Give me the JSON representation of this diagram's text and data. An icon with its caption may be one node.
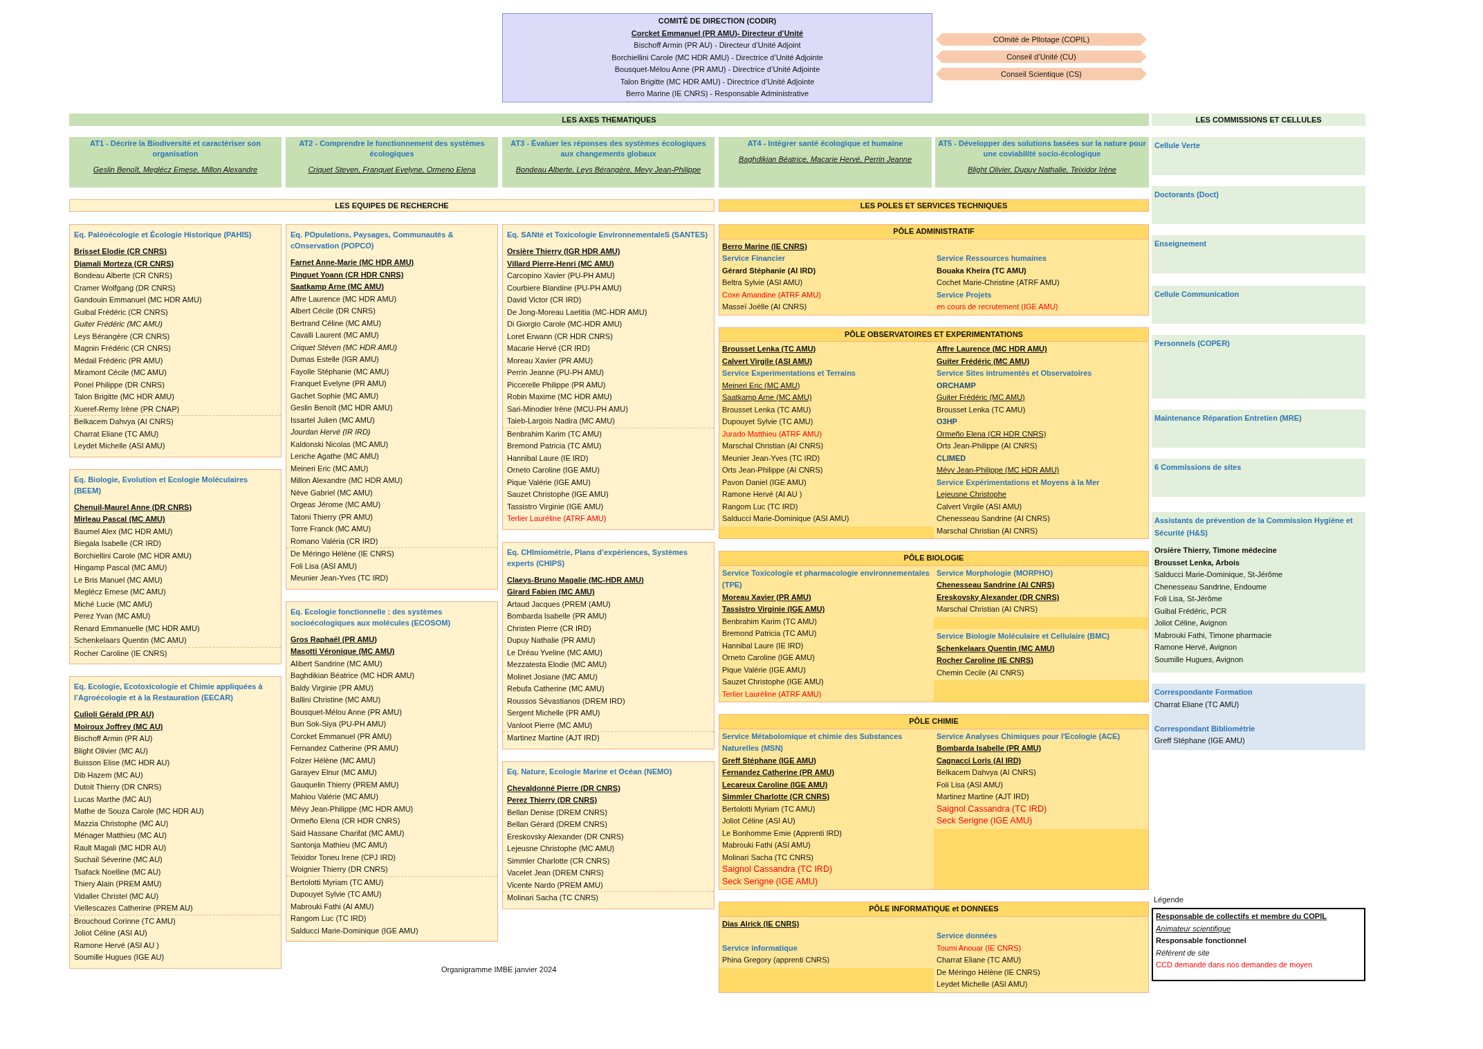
{
  "diagram": {
    "nodes": [
      {
        "text": [
          "COMITÉ DE DIRECTION (CODIR)",
          "Corcket Emmanuel (PR AMU)- Directeur d’Unité",
          "Bischoff Armin (PR AU) - Directeur d’Unité Adjoint",
          "Borchiellini Carole (MC HDR AMU) - Directrice d’Unité Adjointe",
          "Bousquet-Mélou Anne (PR AMU) - Directrice d’Unité Adjointe",
          "Talon Brigitte (MC HDR AMU) - Directrice d’Unité Adjointe",
          "Berro Marine (IE CNRS) - Responsable Administrative"
        ]
      },
      {
        "text": [
          "COmité de PIlotage (COPIL)"
        ]
      },
      {
        "text": [
          "Conseil d’Unité (CU)"
        ]
      },
      {
        "text": [
          "Conseil Scientique (CS)"
        ]
      },
      {
        "text": [
          "LES AXES THEMATIQUES"
        ]
      },
      {
        "text": [
          "AT1 - Décrire la Biodiversité et caractériser son organisation",
          "Geslin Benoît, Meglécz Emese, Millon Alexandre"
        ]
      },
      {
        "text": [
          "AT2 - Comprendre le fonctionnement des systèmes écologiques",
          "Criquet Steven, Franquet Evelyne, Ormeno Elena"
        ]
      },
      {
        "text": [
          "AT3 - Évaluer les réponses des systèmes écologiques aux changements globaux",
          "Bondeau Alberte, Leys Bérangère, Mevy Jean-Philippe"
        ]
      },
      {
        "text": [
          "AT4 - Intégrer santé écologique et humaine",
          "Baghdikian Béatrice, Macarie Hervé, Perrin Jeanne"
        ]
      },
      {
        "text": [
          "AT5 - Développer des solutions basées sur la nature pour une coviabilité socio-écologique",
          "Blight Olivier, Dupuy Nathalie, Teixidor Irène"
        ]
      },
      {
        "text": [
          "LES COMMISSIONS ET CELLULES"
        ]
      },
      {
        "text": [
          "Cellule Verte"
        ]
      },
      {
        "text": [
          "Doctorants (Doct)"
        ]
      },
      {
        "text": [
          "Enseignement"
        ]
      },
      {
        "text": [
          "Cellule Communication"
        ]
      },
      {
        "text": [
          "Personnels (COPER)"
        ]
      },
      {
        "text": [
          "Maintenance Réparation Entretien (MRE)"
        ]
      },
      {
        "text": [
          "6 Commissions de sites"
        ]
      },
      {
        "text": [
          "Assistants de prévention de la Commission Hygiène et Sécurité (H&S)",
          "Orsière Thierry, Timone médecine",
          "Brousset Lenka, Arbois",
          "Salducci Marie-Dominique, St-Jérôme",
          "Chenesseau Sandrine, Endoume",
          "Foli Lisa, St-Jérôme",
          "Guibal Frédéric, PCR",
          "Joliot Céline, Avignon",
          "Mabrouki Fathi, Timone pharmacie",
          "Ramone Hervé, Avignon",
          "Soumille Hugues, Avignon"
        ]
      },
      {
        "text": [
          "Correspondante Formation",
          "Charrat Eliane (TC AMU)",
          "Correspondant Bibliométrie",
          "Greff Stéphane (IGE AMU)"
        ]
      },
      {
        "text": [
          "LES EQUIPES DE RECHERCHE"
        ]
      },
      {
        "text": [
          "LES POLES ET SERVICES TECHNIQUES"
        ]
      },
      {
        "text": [
          "Eq. Paléoécologie et Écologie Historique (PAHIS)",
          "Brisset Elodie (CR CNRS)",
          "Djamali Morteza (CR CNRS)",
          "Bondeau Alberte (CR CNRS)",
          "Cramer Wolfgang (DR CNRS)",
          "Gandouin Emmanuel (MC HDR AMU)",
          "Guibal Frédéric (CR CNRS)",
          "Guiter Frédéric (MC AMU)",
          "Leys Bérangère (CR CNRS)",
          "Magnin Frédéric (CR CNRS)",
          "Médail Frédéric (PR AMU)",
          "Miramont Cécile (MC AMU)",
          "Ponel Philippe (DR CNRS)",
          "Talon Brigitte (MC HDR AMU)",
          "Xueref-Remy Irène (PR CNAP)",
          "Belkacem Dahvya (AI CNRS)",
          "Charrat Eliane (TC AMU)",
          "Leydet Michelle (ASI AMU)"
        ]
      },
      {
        "text": [
          "Eq. Biologie, Evolution et Ecologie Moléculaires (BEEM)",
          "Chenuil-Maurel Anne (DR CNRS)",
          "Mirleau Pascal (MC AMU)",
          "Baumel Alex (MC HDR AMU)",
          "Biegala Isabelle (CR IRD)",
          "Borchiellini Carole (MC HDR AMU)",
          "Hingamp Pascal (MC AMU)",
          "Le Bris Manuel (MC AMU)",
          "Meglécz Emese (MC AMU)",
          "Miché Lucie (MC AMU)",
          "Perez Yvan (MC AMU)",
          "Renard Emmanuelle (MC HDR AMU)",
          "Schenkelaars Quentin (MC AMU)",
          "Rocher Caroline (IE CNRS)"
        ]
      },
      {
        "text": [
          "Eq. Ecologie, Ecotoxicologie et Chimie appliquées à l’Agroécologie et à la Restauration (EECAR)",
          "Culioli Gérald (PR AU)",
          "Moiroux Joffrey (MC AU)",
          "Bischoff Armin (PR AU)",
          "Blight Olivier (MC AU)",
          "Buisson Elise (MC HDR AU)",
          "Dib Hazem (MC AU)",
          "Dutoit Thierry (DR CNRS)",
          "Lucas Marthe (MC AU)",
          "Mathe de Souza Carole (MC HDR AU)",
          "Mazzia Christophe (MC AU)",
          "Ménager Matthieu (MC AU)",
          "Rault Magali (MC HDR AU)",
          "Suchail Séverine (MC AU)",
          "Tsafack Noelline (MC AU)",
          "Thiery Alain (PREM AMU)",
          "Vidaller Christel (MC AU)",
          "Viellescazes Catherine (PREM AU)",
          "Brouchoud Corinne (TC AMU)",
          "Joliot Céline (ASI AU)",
          "Ramone Hervé (ASI AU )",
          "Soumille Hugues (IGE AU)"
        ]
      },
      {
        "text": [
          "Eq. POpulations, Paysages, Communautés & cOnservation (POPCO)",
          "Farnet Anne-Marie (MC HDR AMU)",
          "Pinguet Yoann (CR HDR CNRS)",
          "Saatkamp Arne (MC AMU)",
          "Affre Laurence (MC HDR AMU)",
          "Albert Cécile (DR CNRS)",
          "Bertrand Céline (MC AMU)",
          "Cavalli Laurent (MC AMU)",
          "Criquet Stéven (MC HDR AMU)",
          "Dumas Estelle (IGR AMU)",
          "Fayolle Stéphanie (MC AMU)",
          "Franquet Evelyne (PR AMU)",
          "Gachet Sophie (MC AMU)",
          "Geslin Benoît (MC HDR AMU)",
          "Issartel Julien (MC AMU)",
          "Jourdan Hervé (IR IRD)",
          "Kaldonski Nicolas (MC AMU)",
          "Leriche Agathe (MC AMU)",
          "Meineri Eric (MC AMU)",
          "Millon Alexandre (MC HDR AMU)",
          "Nève Gabriel (MC AMU)",
          "Orgeas Jérome (MC AMU)",
          "Tatoni Thierry (PR AMU)",
          "Torre Franck (MC AMU)",
          "Romano Valéria (CR IRD)",
          "De Méringo Hélène (IE CNRS)",
          "Foli Lisa (ASI AMU)",
          "Meunier Jean-Yves (TC IRD)"
        ]
      },
      {
        "text": [
          "Eq. Ecologie fonctionnelle : des systèmes socioécologiques aux molécules (ECOSOM)",
          "Gros Raphaël (PR AMU)",
          "Masotti Véronique (MC AMU)",
          "Alibert Sandrine (MC AMU)",
          "Baghdikian Béatrice (MC HDR AMU)",
          "Baldy Virginie (PR AMU)",
          "Ballini Christine (MC AMU)",
          "Bousquet-Mélou Anne (PR AMU)",
          "Bun Sok-Siya (PU-PH AMU)",
          "Corcket Emmanuel (PR AMU)",
          "Fernandez Catherine (PR AMU)",
          "Folzer Hélène (MC AMU)",
          "Garayev Elnur (MC AMU)",
          "Gauquelin Thierry (PREM AMU)",
          "Mahiou Valérie (MC AMU)",
          "Mévy Jean-Philippe (MC HDR AMU)",
          "Ormeño Elena (CR HDR CNRS)",
          "Said Hassane Charifat (MC AMU)",
          "Santonja Mathieu (MC AMU)",
          "Teixidor Toneu Irene (CPJ IRD)",
          "Woignier Thierry (DR CNRS)",
          "Bertolotti Myriam (TC AMU)",
          "Dupouyet Sylvie (TC AMU)",
          "Mabrouki Fathi (AI AMU)",
          "Rangom Luc (TC IRD)",
          "Salducci Marie-Dominique (IGE AMU)"
        ]
      },
      {
        "text": [
          "Eq. SANté et Toxicologie EnvironnementaleS (SANTES)",
          "Orsière Thierry (IGR HDR AMU)",
          "Villard Pierre-Henri (MC AMU)",
          "Carcopino Xavier (PU-PH AMU)",
          "Courbiere Blandine (PU-PH AMU)",
          "David Victor (CR IRD)",
          "De Jong-Moreau Laetitia (MC-HDR AMU)",
          "Di Giorgio Carole (MC-HDR AMU)",
          "Loret Erwann (CR HDR CNRS)",
          "Macarie Hervé (CR IRD)",
          "Moreau Xavier (PR AMU)",
          "Perrin Jeanne (PU-PH AMU)",
          "Piccerelle Philippe (PR AMU)",
          "Robin Maxime (MC HDR AMU)",
          "Sari-Minodier Irène (MCU-PH AMU)",
          "Taieb-Largois Nadira (MC AMU)",
          "Benbrahim Karim (TC AMU)",
          "Bremond Patricia (TC AMU)",
          "Hannibal Laure (IE IRD)",
          "Orneto Caroline (IGE AMU)",
          "Pique Valérie (IGE AMU)",
          "Sauzet Christophe (IGE AMU)",
          "Tassistro Virginie (IGE AMU)",
          "Terlier Lauréline (ATRF AMU)"
        ]
      },
      {
        "text": [
          "Eq. CHImiométrie, Plans d’expériences, Systèmes experts (CHIPS)",
          "Claeys-Bruno Magalie (MC-HDR AMU)",
          "Girard Fabien (MC AMU)",
          "Artaud Jacques (PREM (AMU)",
          "Bombarda Isabelle (PR AMU)",
          "Christen Pierre (CR IRD)",
          "Dupuy Nathalie (PR AMU)",
          "Le Dréau Yveline (MC AMU)",
          "Mezzatesta Elodie (MC AMU)",
          "Molinet Josiane (MC AMU)",
          "Rebufa Catherine (MC AMU)",
          "Roussos Sévastianos (DREM IRD)",
          "Sergent Michelle (PR AMU)",
          "Vanloot Pierre (MC AMU)",
          "Martinez Martine (AJT IRD)"
        ]
      },
      {
        "text": [
          "Eq. Nature, Ecologie Marine et Océan (NEMO)",
          "Chevaldonné Pierre (DR CNRS)",
          "Perez Thierry (DR CNRS)",
          "Bellan Denise (DREM CNRS)",
          "Bellan Gérard (DREM CNRS)",
          "Ereskovsky Alexander (DR CNRS)",
          "Lejeusne Christophe (MC AMU)",
          "Simmler Charlotte (CR CNRS)",
          "Vacelet Jean (DREM CNRS)",
          "Vicente Nardo (PREM AMU)",
          "Molinari Sacha (TC CNRS)"
        ]
      },
      {
        "text": [
          "PÔLE ADMINISTRATIF",
          "Berro Marine (IE CNRS)",
          "Service Financier",
          "Gérard Stéphanie (AI IRD)",
          "Beltra Sylvie (ASI AMU)",
          "Coxe Amandine (ATRF AMU)",
          "Masseï Joëlle (AI CNRS)",
          "Service Ressources humaines",
          "Bouaka Kheira (TC AMU)",
          "Cochet Marie-Christine (ATRF AMU)",
          "Service Projets",
          "en cours de recrutement (IGE AMU)"
        ]
      },
      {
        "text": [
          "PÔLE OBSERVATOIRES ET EXPERIMENTATIONS",
          "Brousset Lenka (TC AMU)",
          "Calvert Virgile (ASI AMU)",
          "Service Experimentations et Terrains",
          "Meineri Eric (MC AMU)",
          "Saatkamp Arne (MC AMU)",
          "Brousset Lenka (TC AMU)",
          "Dupouyet Sylvie (TC AMU)",
          "Jurado Matthieu (ATRF AMU)",
          "Marschal Christian (AI CNRS)",
          "Meunier Jean-Yves (TC IRD)",
          "Orts Jean-Philippe (AI CNRS)",
          "Pavon Daniel (IGE AMU)",
          "Ramone Hervé (AI AU )",
          "Rangom Luc (TC IRD)",
          "Salducci Marie-Dominique (ASI AMU)",
          "Affre Laurence (MC HDR AMU)",
          "Guiter Frédéric (MC AMU)",
          "Service Sites intrumentés et Observatoires",
          "ORCHAMP",
          "Guiter Frédéric (MC AMU)",
          "Brousset Lenka (TC AMU)",
          "O3HP",
          "Ormeño Elena (CR HDR CNRS)",
          "Orts Jean-Philippe (AI CNRS)",
          "CLIMED",
          "Mévy Jean-Philippe (MC HDR AMU)",
          "Service Expérimentations et Moyens à la Mer",
          "Lejeusne Christophe",
          "Calvert Virgile (ASI AMU)",
          "Chenesseau Sandrine (AI CNRS)",
          "Marschal Christian (AI CNRS)"
        ]
      },
      {
        "text": [
          "PÔLE BIOLOGIE",
          "Service Toxicologie et pharmacologie environnementales (TPE)",
          "Moreau Xavier (PR AMU)",
          "Tassistro Virginie (IGE AMU)",
          "Benbrahim Karim (TC AMU)",
          "Bremond Patricia (TC AMU)",
          "Hannibal Laure (IE IRD)",
          "Orneto Caroline (IGE AMU)",
          "Pique Valérie (IGE AMU)",
          "Sauzet Christophe (IGE AMU)",
          "Terlier Lauréline (ATRF AMU)",
          "Service Morphologie (MORPHO)",
          "Chenesseau Sandrine (AI CNRS)",
          "Ereskovsky Alexander (DR CNRS)",
          "Marschal Christian (AI CNRS)",
          "Service Biologie Moléculaire et Cellulaire (BMC)",
          "Schenkelaars Quentin (MC AMU)",
          "Rocher Caroline (IE CNRS)",
          "Chemin Cecile (AI CNRS)"
        ]
      },
      {
        "text": [
          "PÔLE CHIMIE",
          "Service Métabolomique et chimie des Substances Naturelles (MSN)",
          "Greff Stéphane (IGE AMU)",
          "Fernandez Catherine (PR AMU)",
          "Lecareux Caroline (IGE AMU)",
          "Simmler Charlotte (CR CNRS)",
          "Bertolotti Myriam (TC AMU)",
          "Joliot Céline (ASI AU)",
          "Le Bonhomme Emie (Apprenti IRD)",
          "Mabrouki Fathi (ASI AMU)",
          "Molinari Sacha (TC CNRS)",
          "Saignol Cassandra (TC IRD)",
          "Seck Serigne (IGE AMU)",
          "Service Analyses Chimiques pour l'Ecologie (ACE)",
          "Bombarda Isabelle (PR AMU)",
          "Cagnacci Loris (AI IRD)",
          "Belkacem Dahvya (AI CNRS)",
          "Foli Lisa (ASI AMU)",
          "Martinez Martine (AJT IRD)",
          "Saignol Cassandra (TC IRD)",
          "Seck Serigne (IGE AMU)"
        ]
      },
      {
        "text": [
          "PÔLE INFORMATIQUE et DONNEES",
          "Dias Alrick (IE CNRS)",
          "Service informatique",
          "Phina Gregory (apprenti CNRS)",
          "Service données",
          "Toumi Anouar (IE CNRS)",
          "Charrat Eliane (TC AMU)",
          "De Méringo Hélène (IE CNRS)",
          "Leydet Michelle (ASI AMU)"
        ]
      }
    ],
    "labels": [
      "Légende",
      "Organigramme IMBE janvier 2024"
    ],
    "legend": [
      {
        "text": "Responsable de collectifs et membre du COPIL"
      },
      {
        "text": "Animateur scientifique"
      },
      {
        "text": "Responsable fonctionnel"
      },
      {
        "text": "Référent de site"
      },
      {
        "text": "CCD demandé dans nos demandes de moyen"
      }
    ]
  }
}
